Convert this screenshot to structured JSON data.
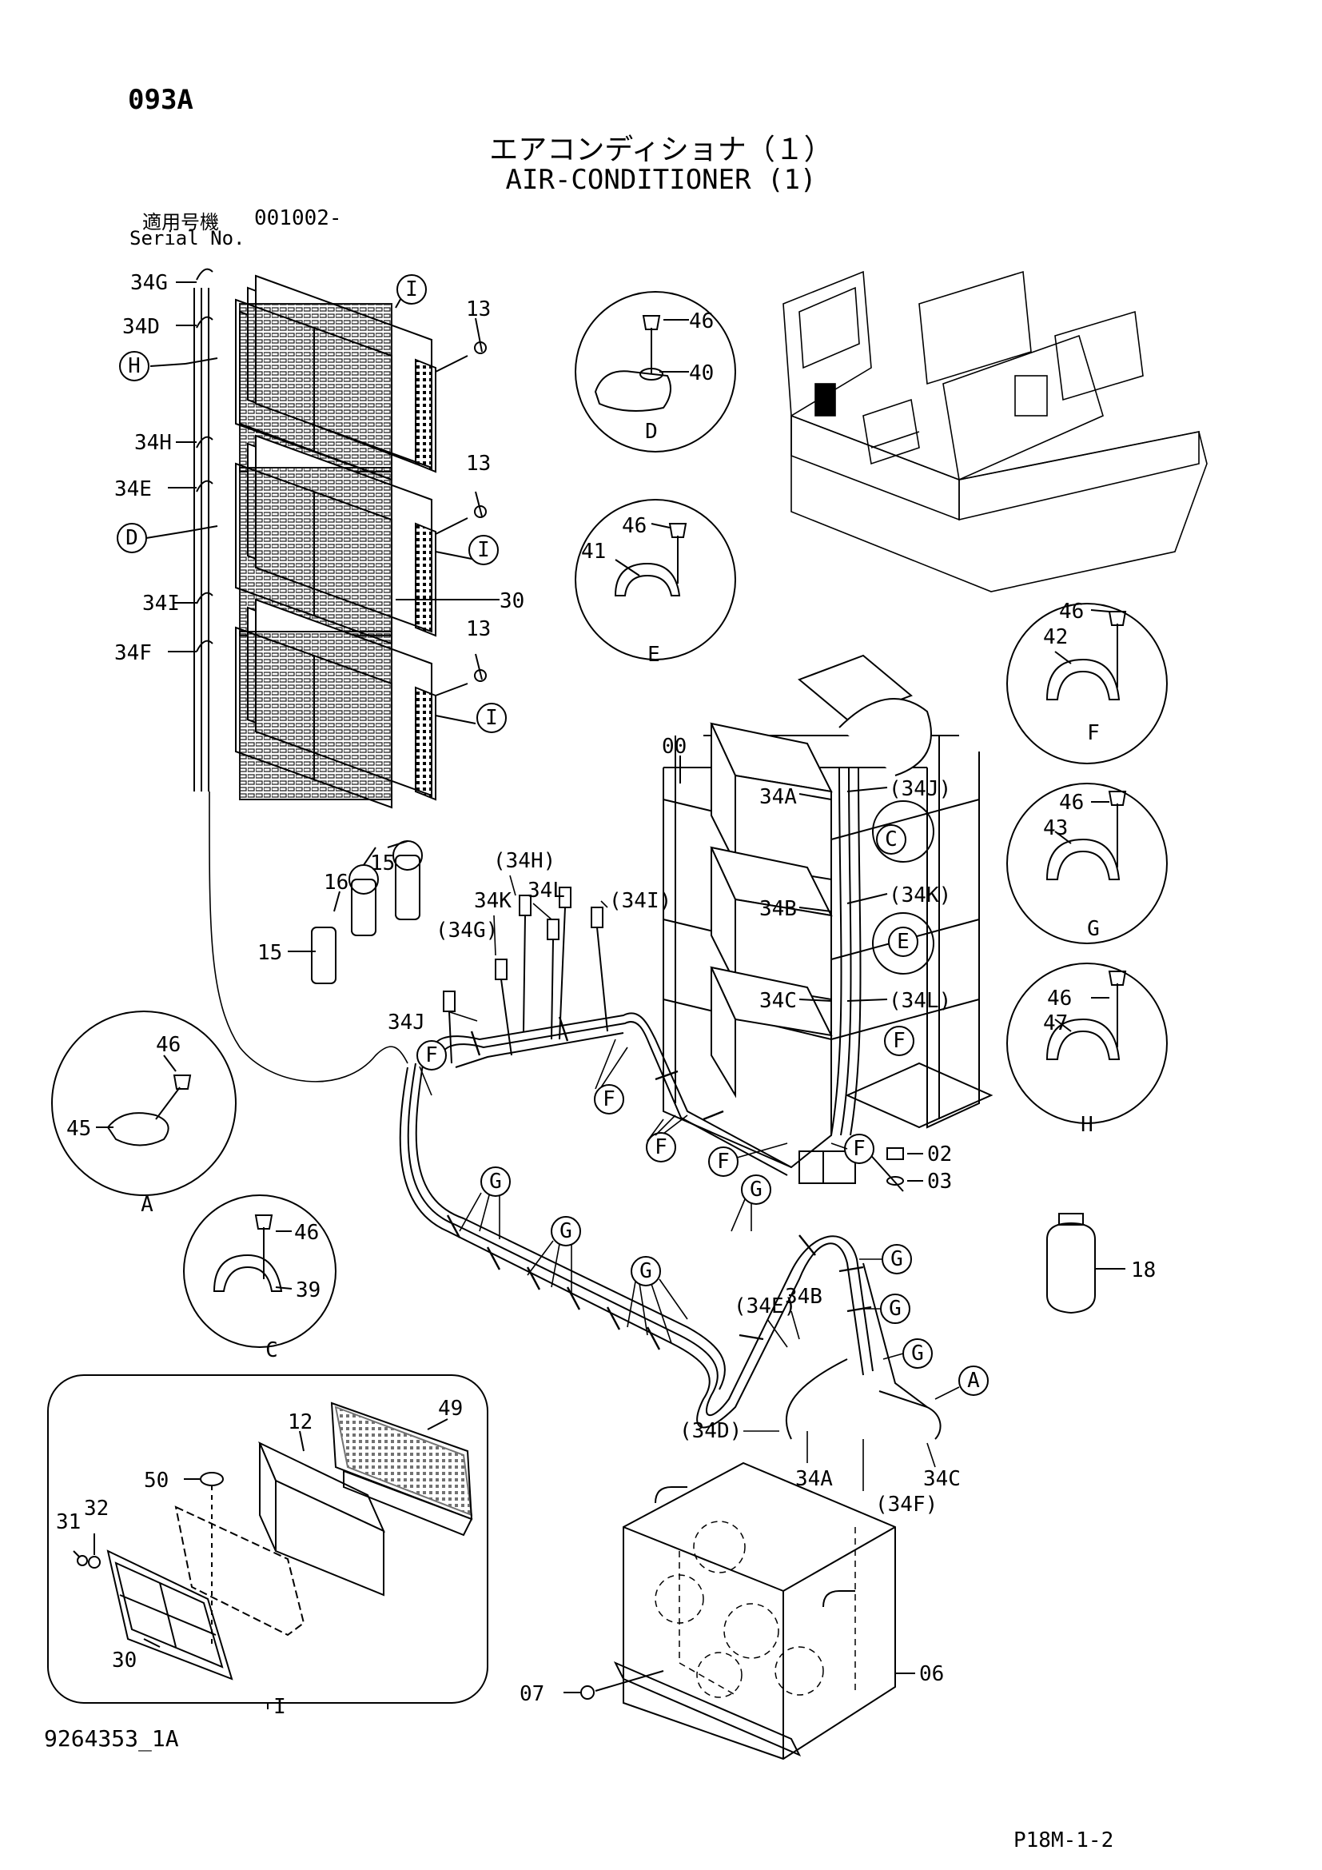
{
  "header": {
    "page_code": "093A",
    "title_ja": "エアコンディショナ（１）",
    "title_en": "AIR-CONDITIONER (1)",
    "serial_label_ja": "適用号機",
    "serial_value": "001002-",
    "serial_label_en": "Serial No."
  },
  "footer": {
    "doc_number": "9264353_1A",
    "sheet_ref": "P18M-1-2"
  },
  "callouts": {
    "c34G": "34G",
    "c34D": "34D",
    "c34H": "34H",
    "c34E": "34E",
    "c34I": "34I",
    "c34F": "34F",
    "c13": "13",
    "c30": "30",
    "c46": "46",
    "c40": "40",
    "c41": "41",
    "c42": "42",
    "c43": "43",
    "c47": "47",
    "c45": "45",
    "c39": "39",
    "c00": "00",
    "c34A": "34A",
    "c34B": "34B",
    "c34C": "34C",
    "p34J": "(34J)",
    "p34K": "(34K)",
    "p34L": "(34L)",
    "p34H": "(34H)",
    "c34K": "34K",
    "c34L": "34L",
    "p34G": "(34G)",
    "p34I": "(34I)",
    "c34J": "34J",
    "c15": "15",
    "c16": "16",
    "c02": "02",
    "c03": "03",
    "c18": "18",
    "p34E": "(34E)",
    "p34D": "(34D)",
    "p34F": "(34F)",
    "c12": "12",
    "c49": "49",
    "c50": "50",
    "c31": "31",
    "c32": "32",
    "c07": "07",
    "c06": "06"
  },
  "markers": {
    "A": "A",
    "C": "C",
    "D": "D",
    "E": "E",
    "F": "F",
    "G": "G",
    "H": "H",
    "I": "I"
  },
  "detail_views": {
    "D": "D",
    "E": "E",
    "F": "F",
    "G": "G",
    "H": "H",
    "A": "A",
    "C": "C",
    "I": "I"
  }
}
